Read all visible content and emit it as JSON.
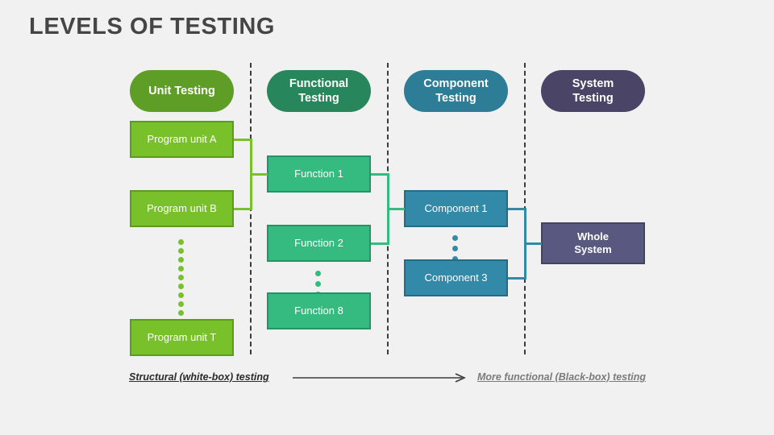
{
  "page": {
    "title": "LEVELS OF TESTING",
    "background_color": "#f1f1f1",
    "title_color": "#454545"
  },
  "columns": [
    {
      "id": "unit",
      "header": "Unit Testing",
      "header_color": "#5f9e26",
      "node_color": "#78c12a",
      "node_border": "#5b9c1c",
      "nodes": [
        "Program unit A",
        "Program unit B",
        "Program unit T"
      ],
      "ellipsis_dots": 9
    },
    {
      "id": "functional",
      "header": "Functional Testing",
      "header_line1": "Functional",
      "header_line2": "Testing",
      "header_color": "#27865c",
      "node_color": "#35ba80",
      "node_border": "#229465",
      "nodes": [
        "Function 1",
        "Function 2",
        "Function 8"
      ],
      "ellipsis_dots": 3
    },
    {
      "id": "component",
      "header": "Component Testing",
      "header_line1": "Component",
      "header_line2": "Testing",
      "header_color": "#2e7d96",
      "node_color": "#3289a8",
      "node_border": "#226c88",
      "nodes": [
        "Component 1",
        "Component 3"
      ],
      "ellipsis_dots": 3
    },
    {
      "id": "system",
      "header": "System Testing",
      "header_line1": "System",
      "header_line2": "Testing",
      "header_color": "#4a4566",
      "node_color": "#585880",
      "node_border": "#434364",
      "nodes": [
        "Whole System"
      ],
      "node_line1": "Whole",
      "node_line2": "System",
      "ellipsis_dots": 0
    }
  ],
  "footer": {
    "left_label": "Structural (white-box) testing",
    "left_color": "#2b2b2b",
    "right_label": "More functional (Black-box) testing",
    "right_color": "#7b7b7b",
    "arrow_color": "#3c3c3c"
  }
}
